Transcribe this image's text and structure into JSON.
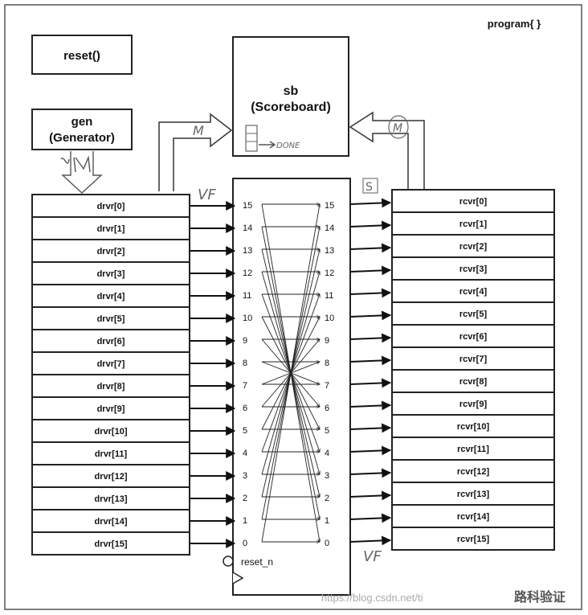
{
  "program_label": "program{ }",
  "reset_label": "reset()",
  "gen": {
    "line1": "gen",
    "line2": "(Generator)"
  },
  "sb": {
    "line1": "sb",
    "line2": "(Scoreboard)"
  },
  "drivers": [
    "drvr[0]",
    "drvr[1]",
    "drvr[2]",
    "drvr[3]",
    "drvr[4]",
    "drvr[5]",
    "drvr[6]",
    "drvr[7]",
    "drvr[8]",
    "drvr[9]",
    "drvr[10]",
    "drvr[11]",
    "drvr[12]",
    "drvr[13]",
    "drvr[14]",
    "drvr[15]"
  ],
  "receivers": [
    "rcvr[0]",
    "rcvr[1]",
    "rcvr[2]",
    "rcvr[3]",
    "rcvr[4]",
    "rcvr[5]",
    "rcvr[6]",
    "rcvr[7]",
    "rcvr[8]",
    "rcvr[9]",
    "rcvr[10]",
    "rcvr[11]",
    "rcvr[12]",
    "rcvr[13]",
    "rcvr[14]",
    "rcvr[15]"
  ],
  "port_numbers": [
    "15",
    "14",
    "13",
    "12",
    "11",
    "10",
    "9",
    "8",
    "7",
    "6",
    "5",
    "4",
    "3",
    "2",
    "1",
    "0"
  ],
  "router_reset_label": "reset_n",
  "handwritten": {
    "gen_arrow_mark": "M",
    "sb_left_mark": "M",
    "sb_right_mark": "M",
    "vf_top": "VF",
    "vf_bottom": "VF",
    "s_mark": "S",
    "done_mark": "DONE"
  },
  "watermark": {
    "url": "https://blog.csdn.net/ti",
    "brand": "路科验证"
  }
}
